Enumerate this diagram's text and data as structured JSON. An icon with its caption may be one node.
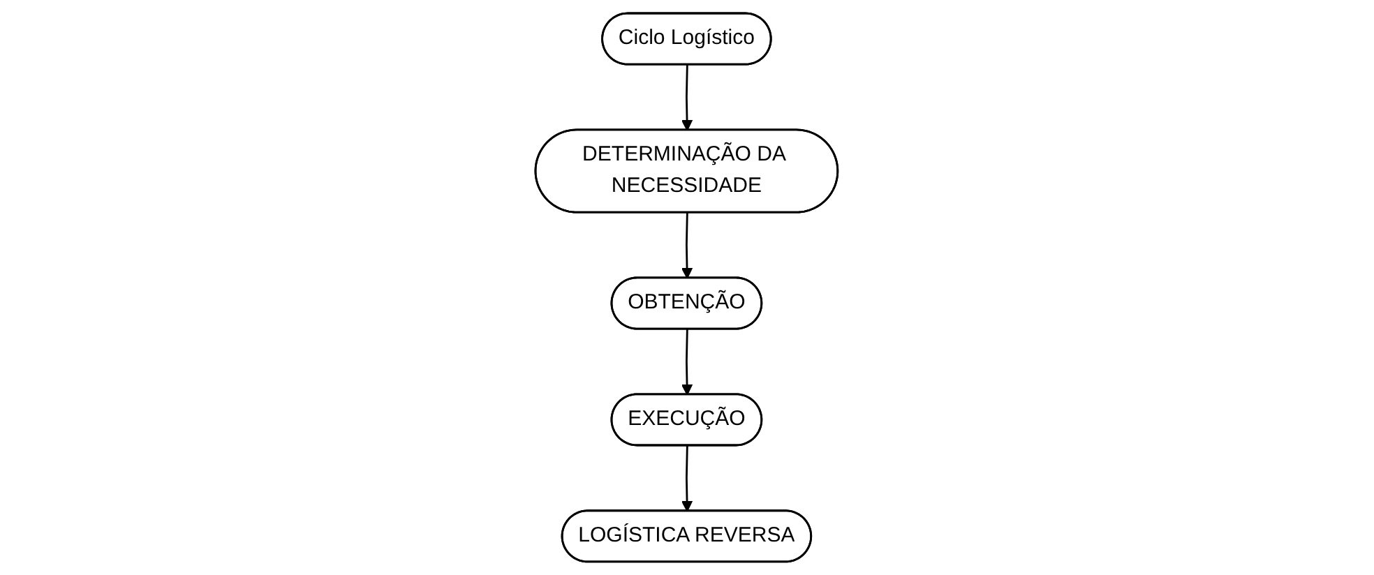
{
  "diagram": {
    "nodes": [
      {
        "text": [
          "Ciclo Logístico"
        ]
      },
      {
        "text": [
          "DETERMINAÇÃO DA NECESSIDADE"
        ]
      },
      {
        "text": [
          "OBTENÇÃO"
        ]
      },
      {
        "text": [
          "EXECUÇÃO"
        ]
      },
      {
        "text": [
          "LOGÍSTICA REVERSA"
        ]
      }
    ],
    "edges": [
      {
        "from": 0,
        "to": 1,
        "arrow": "to"
      },
      {
        "from": 1,
        "to": 2,
        "arrow": "to"
      },
      {
        "from": 2,
        "to": 3,
        "arrow": "to"
      },
      {
        "from": 3,
        "to": 4,
        "arrow": "to"
      }
    ]
  }
}
